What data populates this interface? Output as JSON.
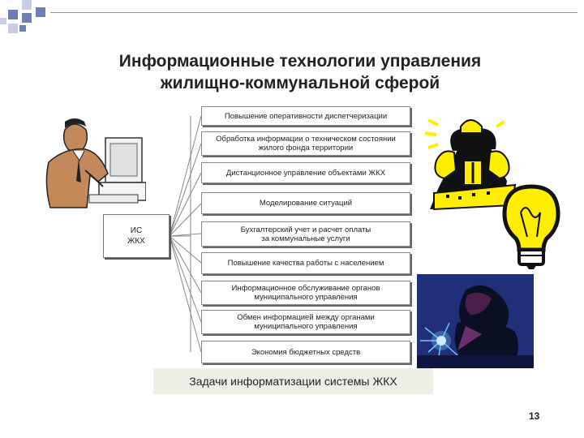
{
  "slide": {
    "title_line1": "Информационные технологии управления",
    "title_line2": "жилищно-коммунальной сферой",
    "page_number": "13"
  },
  "diagram": {
    "center_node": "ИС\nЖКХ",
    "tasks": [
      "Повышение оперативности диспетчеризации",
      "Обработка информации о техническом состоянии\nжилого фонда территории",
      "Дистанционное управление объектами ЖКХ",
      "Моделирование ситуаций",
      "Бухгалтерский учет и расчет оплаты\nза коммунальные услуги",
      "Повышение качества работы с населением",
      "Информационное обслуживание органов\nмуниципального управления",
      "Обмен информацией между органами\nмуниципального управления",
      "Экономия бюджетных средств"
    ],
    "caption": "Задачи информатизации системы ЖКХ"
  },
  "colors": {
    "corner_blue": "#6f7fb5",
    "corner_light": "#c8cde6",
    "caption_bg": "#eeeee6",
    "bulb_yellow": "#ffee00",
    "welder_bg": "#1f2f7a",
    "spark_blue": "#6fc8ff"
  },
  "icons": [
    "office-worker-clipart",
    "factory-worker-clipart",
    "light-bulb-clipart",
    "welder-clipart"
  ]
}
